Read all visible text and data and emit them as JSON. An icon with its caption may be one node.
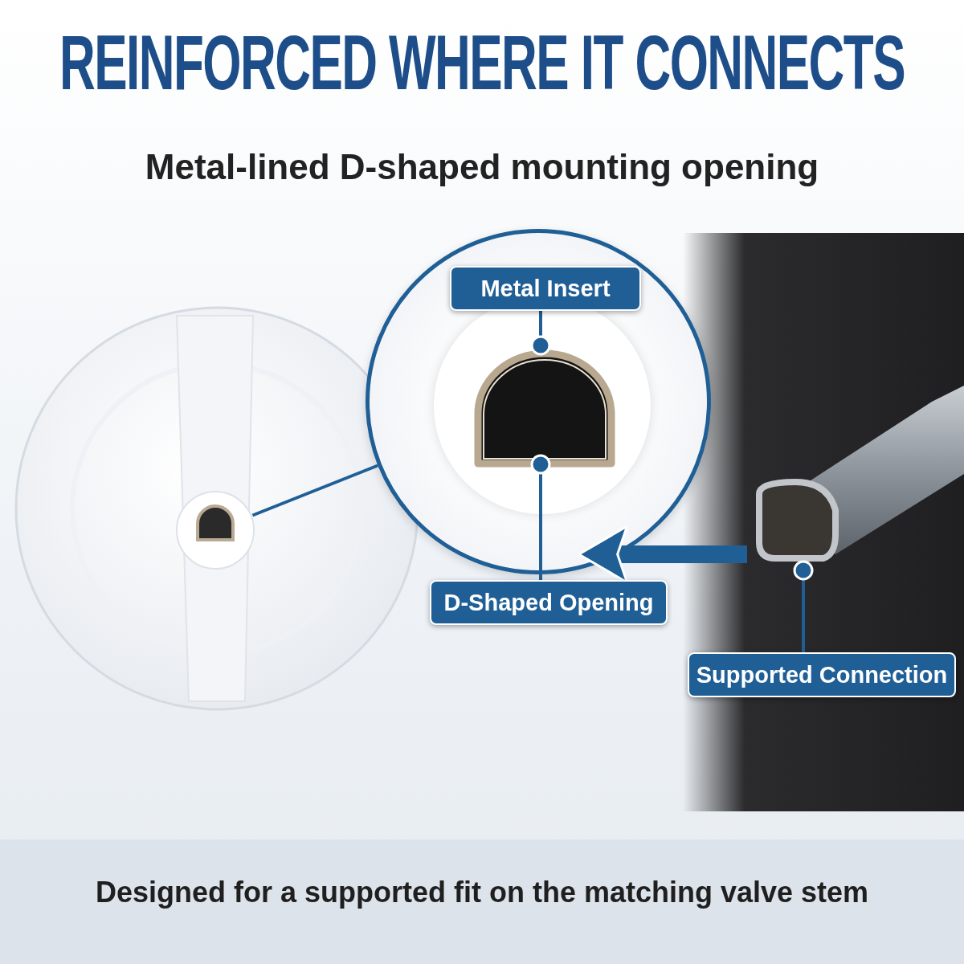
{
  "diagram": {
    "title": "REINFORCED WHERE IT CONNECTS",
    "nodes": [
      {
        "text": [],
        "shape": "picture"
      },
      {
        "text": [],
        "shape": "circle",
        "in": 0
      },
      {
        "text": [],
        "shape": "circle"
      },
      {
        "text": [
          "Metal Insert"
        ],
        "in": 2
      },
      {
        "text": [],
        "shape": "picture",
        "in": 2
      },
      {
        "text": [
          "D-Shaped Opening"
        ]
      },
      {
        "text": [],
        "shape": "picture"
      },
      {
        "text": [
          "Supported Connection"
        ]
      }
    ],
    "edges": [
      {
        "from": 1,
        "to": 2,
        "arrow": "none"
      },
      {
        "from": 3,
        "to": 4,
        "arrow": "other"
      },
      {
        "from": 5,
        "to": 4,
        "arrow": "other"
      },
      {
        "from": 7,
        "to": 6,
        "arrow": "other"
      },
      {
        "from": 6,
        "to": 2,
        "arrow": "to",
        "style": "thick"
      }
    ],
    "labels": [
      "Metal-lined D-shaped mounting opening",
      "Designed for a supported fit on the matching valve stem"
    ]
  }
}
